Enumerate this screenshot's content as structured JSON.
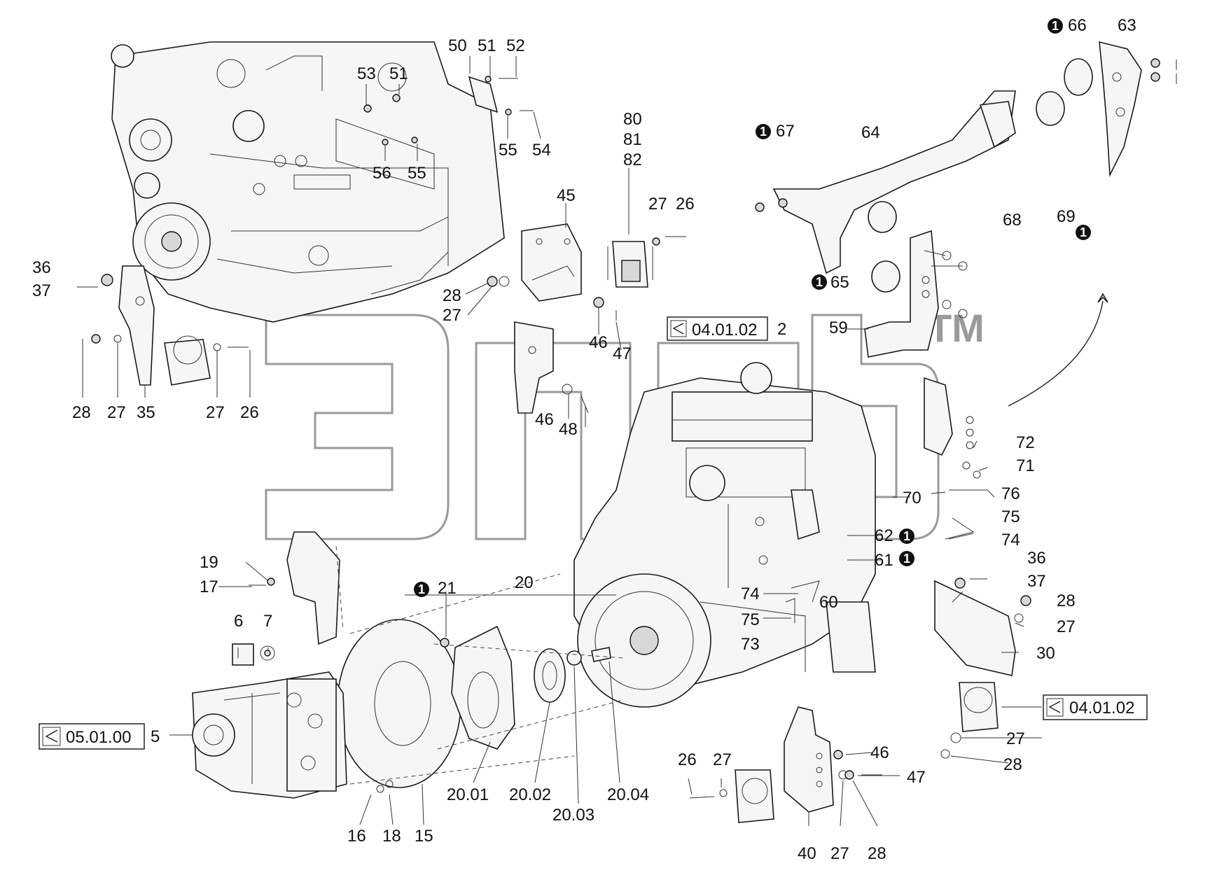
{
  "watermark": {
    "text": "ЭПСБ",
    "tm": "TM"
  },
  "references": [
    {
      "id": "ref-upper",
      "code": "04.01.02"
    },
    {
      "id": "ref-right",
      "code": "04.01.02"
    },
    {
      "id": "ref-left",
      "code": "05.01.00"
    }
  ],
  "note_marker": "1",
  "labels": {
    "l50": "50",
    "l51a": "51",
    "l52": "52",
    "l53": "53",
    "l51b": "51",
    "l55a": "55",
    "l54": "54",
    "l56": "56",
    "l55b": "55",
    "l80": "80",
    "l81": "81",
    "l82": "82",
    "l27a": "27",
    "l26a": "26",
    "l45": "45",
    "l36a": "36",
    "l37a": "37",
    "l28a": "28",
    "l27b": "27",
    "l46a": "46",
    "l47a": "47",
    "l28b": "28",
    "l27c": "27",
    "l35": "35",
    "l27d": "27",
    "l26b": "26",
    "l46b": "46",
    "l48": "48",
    "l66": "66",
    "l63": "63",
    "l67": "67",
    "l64": "64",
    "l68": "68",
    "l69": "69",
    "l65": "65",
    "l59": "59",
    "l2": "2",
    "l72": "72",
    "l71": "71",
    "l70": "70",
    "l76": "76",
    "l75a": "75",
    "l74a": "74",
    "l62": "62",
    "l61": "61",
    "l36b": "36",
    "l37b": "37",
    "l74b": "74",
    "l60": "60",
    "l75b": "75",
    "l73": "73",
    "l28c": "28",
    "l27e": "27",
    "l30": "30",
    "l27f": "27",
    "l28d": "28",
    "l19": "19",
    "l17": "17",
    "l21": "21",
    "l20": "20",
    "l6": "6",
    "l7": "7",
    "l5": "5",
    "l46c": "46",
    "l47b": "47",
    "l26c": "26",
    "l27g": "27",
    "l16": "16",
    "l18": "18",
    "l15": "15",
    "l2001": "20.01",
    "l2002": "20.02",
    "l2003": "20.03",
    "l2004": "20.04",
    "l40": "40",
    "l27h": "27",
    "l28e": "28"
  }
}
